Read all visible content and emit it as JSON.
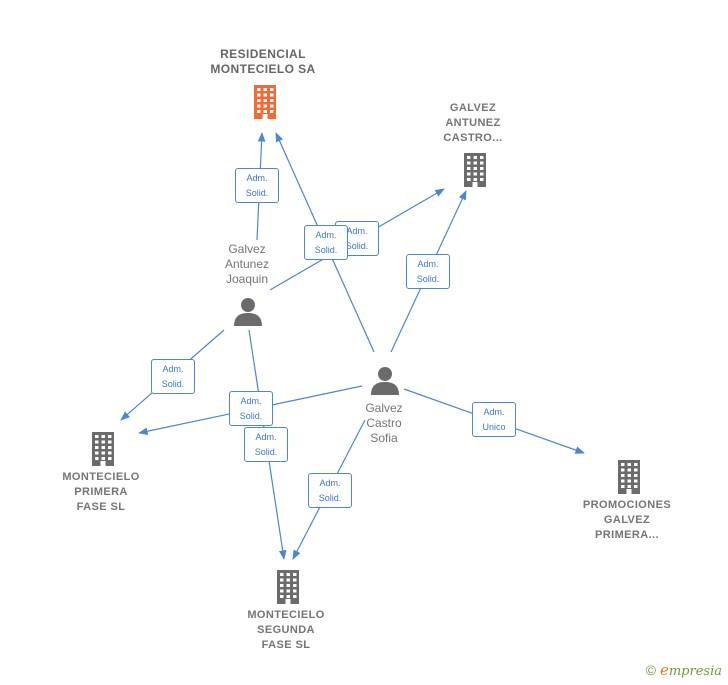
{
  "companies": {
    "residencial": {
      "lines": [
        "RESIDENCIAL",
        "MONTECIELO SA"
      ],
      "color": "#f26a35"
    },
    "galvez_antunez": {
      "lines": [
        "GALVEZ",
        "ANTUNEZ",
        "CASTRO..."
      ],
      "color": "#6b6b6b"
    },
    "primera_fase": {
      "lines": [
        "MONTECIELO",
        "PRIMERA",
        "FASE  SL"
      ],
      "color": "#6b6b6b"
    },
    "segunda_fase": {
      "lines": [
        "MONTECIELO",
        "SEGUNDA",
        "FASE  SL"
      ],
      "color": "#6b6b6b"
    },
    "promociones": {
      "lines": [
        "PROMOCIONES",
        "GALVEZ",
        "PRIMERA..."
      ],
      "color": "#6b6b6b"
    }
  },
  "persons": {
    "joaquin": {
      "lines": [
        "Galvez",
        "Antunez",
        "Joaquin"
      ],
      "color": "#6b6b6b"
    },
    "sofia": {
      "lines": [
        "Galvez",
        "Castro",
        "Sofia"
      ],
      "color": "#6b6b6b"
    }
  },
  "edge_color": "#4a86d4",
  "relations": [
    {
      "from": "joaquin",
      "to": "residencial",
      "role": [
        "Adm.",
        "Solid."
      ]
    },
    {
      "from": "joaquin",
      "to": "galvez_antunez",
      "role": [
        "Adm.",
        "Solid."
      ]
    },
    {
      "from": "joaquin",
      "to": "primera_fase",
      "role": [
        "Adm.",
        "Solid."
      ]
    },
    {
      "from": "joaquin",
      "to": "segunda_fase",
      "role": [
        "Adm.",
        "Solid."
      ]
    },
    {
      "from": "sofia",
      "to": "residencial",
      "role": [
        "Adm.",
        "Solid."
      ]
    },
    {
      "from": "sofia",
      "to": "galvez_antunez",
      "role": [
        "Adm.",
        "Solid."
      ]
    },
    {
      "from": "sofia",
      "to": "primera_fase",
      "role": [
        "Adm.",
        "Solid."
      ]
    },
    {
      "from": "sofia",
      "to": "segunda_fase",
      "role": [
        "Adm.",
        "Solid."
      ]
    },
    {
      "from": "sofia",
      "to": "promociones",
      "role": [
        "Adm.",
        "Unico"
      ]
    }
  ],
  "footer": {
    "copyright": "©",
    "brand_initial": "e",
    "brand_rest": "mpresia"
  }
}
